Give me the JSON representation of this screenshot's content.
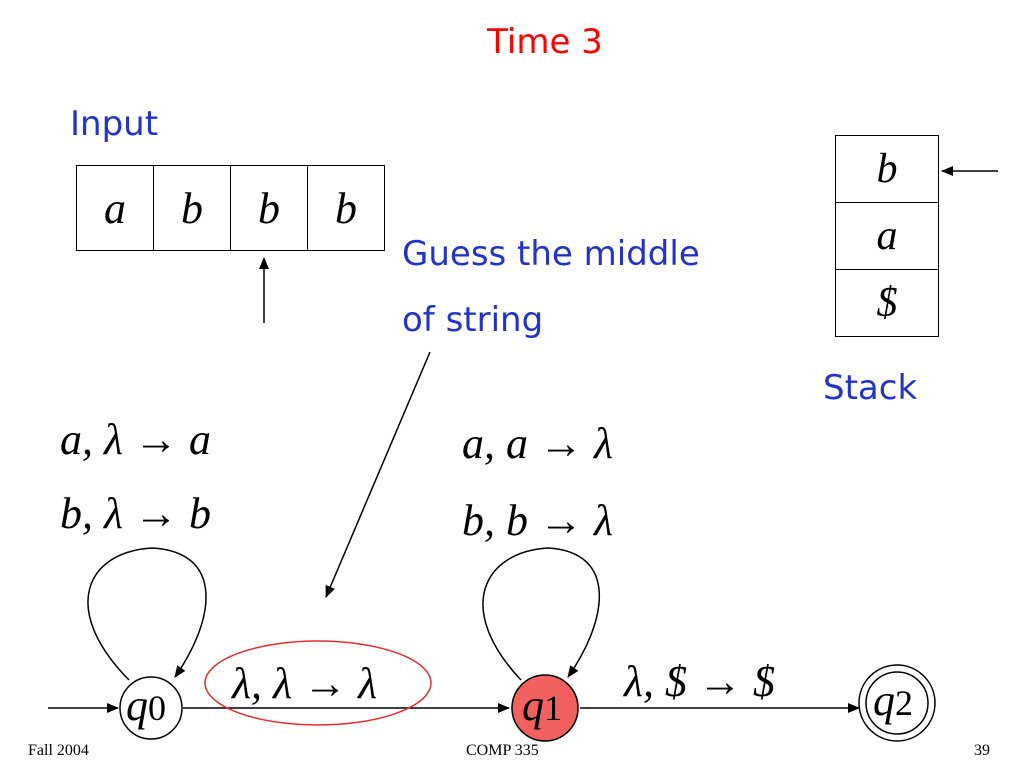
{
  "title": "Time 3",
  "input": {
    "label": "Input",
    "cells": [
      "a",
      "b",
      "b",
      "b"
    ]
  },
  "stack": {
    "label": "Stack",
    "cells": [
      "b",
      "a",
      "$"
    ]
  },
  "annotation": {
    "line1": "Guess the middle",
    "line2": "of string"
  },
  "states": {
    "q0": {
      "base": "q",
      "sub": "0"
    },
    "q1": {
      "base": "q",
      "sub": "1"
    },
    "q2": {
      "base": "q",
      "sub": "2"
    }
  },
  "loop_q0": {
    "rule1": "a, λ → a",
    "rule2": "b, λ → b"
  },
  "loop_q1": {
    "rule1": "a, a → λ",
    "rule2": "b, b → λ"
  },
  "transition_q0_q1": "λ, λ → λ",
  "transition_q1_q2": "λ, $ → $",
  "colors": {
    "title": "#ff0000",
    "label": "#2233cc",
    "active_state": "#f26060",
    "highlight_ellipse": "#e03030"
  },
  "footer": {
    "left": "Fall 2004",
    "center": "COMP 335",
    "right": "39"
  }
}
